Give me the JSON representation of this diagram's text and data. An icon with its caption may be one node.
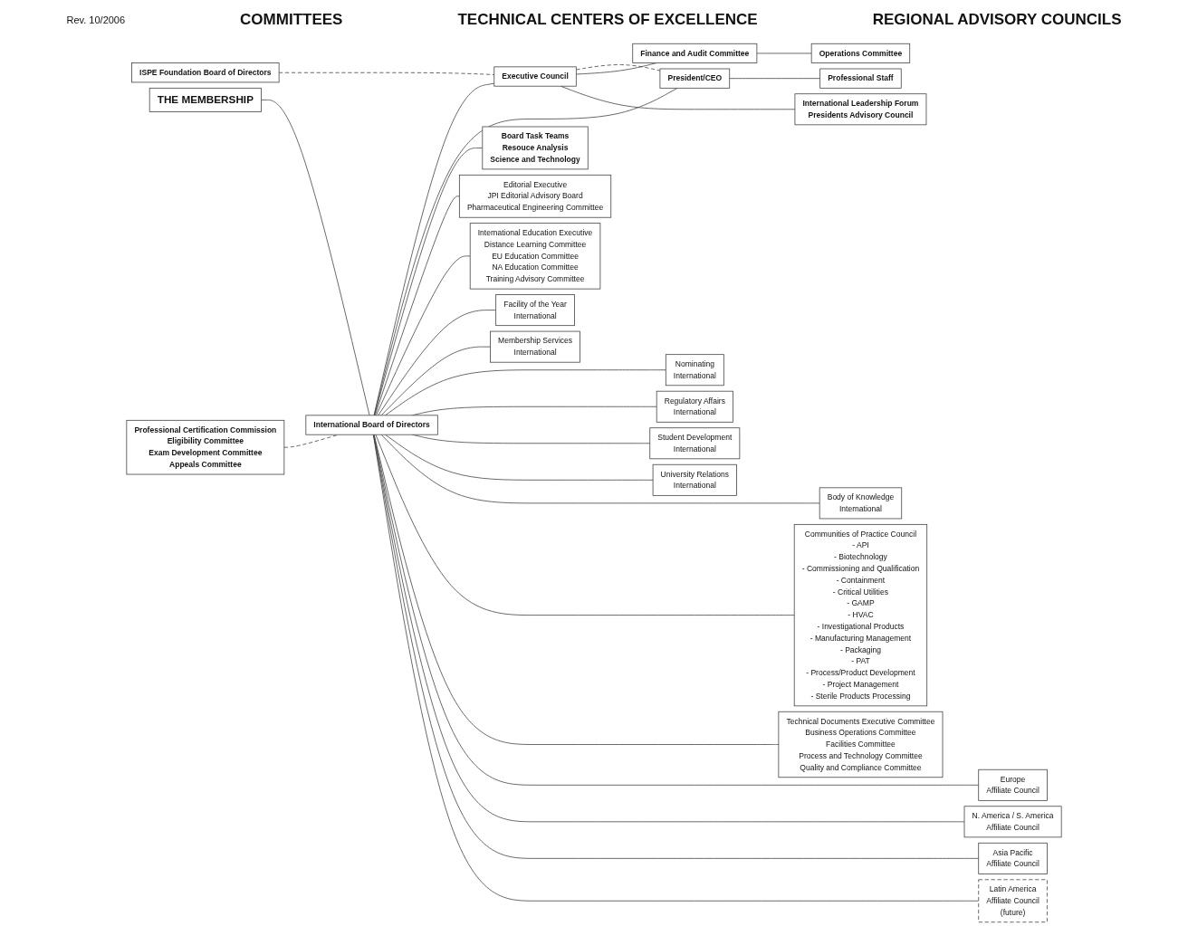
{
  "diagram": {
    "nodes": [
      {
        "text": [
          "THE MEMBERSHIP"
        ]
      },
      {
        "text": [
          "International Board of Directors"
        ]
      },
      {
        "text": [
          "Professional Certification Commission",
          "Eligibility Committee",
          "Exam Development Committee",
          "Appeals Committee"
        ]
      },
      {
        "text": [
          "ISPE Foundation Board of Directors"
        ]
      },
      {
        "text": [
          "Executive Council"
        ]
      },
      {
        "text": [
          "President/CEO"
        ]
      },
      {
        "text": [
          "Board Task Teams",
          "Resouce Analysis",
          "Science and Technology"
        ]
      },
      {
        "text": [
          "Finance and Audit Committee"
        ]
      },
      {
        "text": [
          "Operations Committee"
        ]
      },
      {
        "text": [
          "International Leadership Forum",
          "Presidents Advisory Council"
        ]
      },
      {
        "text": [
          "Professional Staff"
        ]
      },
      {
        "text": [
          "Editorial Executive",
          "JPI Editorial Advisory Board",
          "Pharmaceutical Engineering Committee"
        ]
      },
      {
        "text": [
          "International Education Executive",
          "Distance Learning Committee",
          "EU Education Committee",
          "NA Education Committee",
          "Training Advisory Committee"
        ]
      },
      {
        "text": [
          "Facility of the Year",
          "International"
        ]
      },
      {
        "text": [
          "Membership Services",
          "International"
        ]
      },
      {
        "text": [
          "Nominating",
          "International"
        ]
      },
      {
        "text": [
          "Regulatory Affairs",
          "International"
        ]
      },
      {
        "text": [
          "Student Development",
          "International"
        ]
      },
      {
        "text": [
          "University Relations",
          "International"
        ]
      },
      {
        "text": [
          "Body of Knowledge",
          "International"
        ]
      },
      {
        "text": [
          "Communities of Practice Council",
          "- API",
          "- Biotechnology",
          "- Commissioning and Qualification",
          "- Containment",
          "- Critical Utilities",
          "- GAMP",
          "- HVAC",
          "- Investigational Products",
          "- Manufacturing Management",
          "- Packaging",
          "- PAT",
          "- Process/Product Development",
          "- Project Management",
          "- Sterile Products Processing"
        ]
      },
      {
        "text": [
          "Technical Documents Executive Committee",
          "Business Operations Committee",
          "Facilities Committee",
          "Process and Technology Committee",
          "Quality and Compliance Committee"
        ]
      },
      {
        "text": [
          "Europe",
          "Affiliate Council"
        ]
      },
      {
        "text": [
          "N. America / S. America",
          "Affiliate Council"
        ]
      },
      {
        "text": [
          "Asia Pacific",
          "Affiliate Council"
        ]
      },
      {
        "text": [
          "Latin America",
          "Affiliate Council",
          "(future)"
        ]
      }
    ],
    "edges": [
      {
        "from": 0,
        "to": 1,
        "arrow": "none"
      },
      {
        "from": 2,
        "to": 1,
        "arrow": "none",
        "style": "dashed"
      },
      {
        "from": 1,
        "to": 4,
        "arrow": "none"
      },
      {
        "from": 1,
        "to": 5,
        "arrow": "none"
      },
      {
        "from": 1,
        "to": 6,
        "arrow": "none"
      },
      {
        "from": 3,
        "to": 4,
        "arrow": "none",
        "style": "dashed"
      },
      {
        "from": 4,
        "to": 5,
        "arrow": "none",
        "style": "dashed"
      },
      {
        "from": 4,
        "to": 7,
        "arrow": "none"
      },
      {
        "from": 7,
        "to": 8,
        "arrow": "none"
      },
      {
        "from": 4,
        "to": 9,
        "arrow": "none"
      },
      {
        "from": 5,
        "to": 10,
        "arrow": "none"
      },
      {
        "from": 1,
        "to": 11,
        "arrow": "none"
      },
      {
        "from": 1,
        "to": 12,
        "arrow": "none"
      },
      {
        "from": 1,
        "to": 13,
        "arrow": "none"
      },
      {
        "from": 1,
        "to": 14,
        "arrow": "none"
      },
      {
        "from": 1,
        "to": 15,
        "arrow": "none"
      },
      {
        "from": 1,
        "to": 16,
        "arrow": "none"
      },
      {
        "from": 1,
        "to": 17,
        "arrow": "none"
      },
      {
        "from": 1,
        "to": 18,
        "arrow": "none"
      },
      {
        "from": 1,
        "to": 19,
        "arrow": "none"
      },
      {
        "from": 1,
        "to": 20,
        "arrow": "none"
      },
      {
        "from": 1,
        "to": 21,
        "arrow": "none"
      },
      {
        "from": 1,
        "to": 22,
        "arrow": "none"
      },
      {
        "from": 1,
        "to": 23,
        "arrow": "none"
      },
      {
        "from": 1,
        "to": 24,
        "arrow": "none"
      },
      {
        "from": 1,
        "to": 25,
        "arrow": "none"
      }
    ],
    "labels": [
      "Rev. 10/2006",
      "COMMITTEES",
      "TECHNICAL CENTERS OF EXCELLENCE",
      "REGIONAL ADVISORY COUNCILS"
    ]
  }
}
